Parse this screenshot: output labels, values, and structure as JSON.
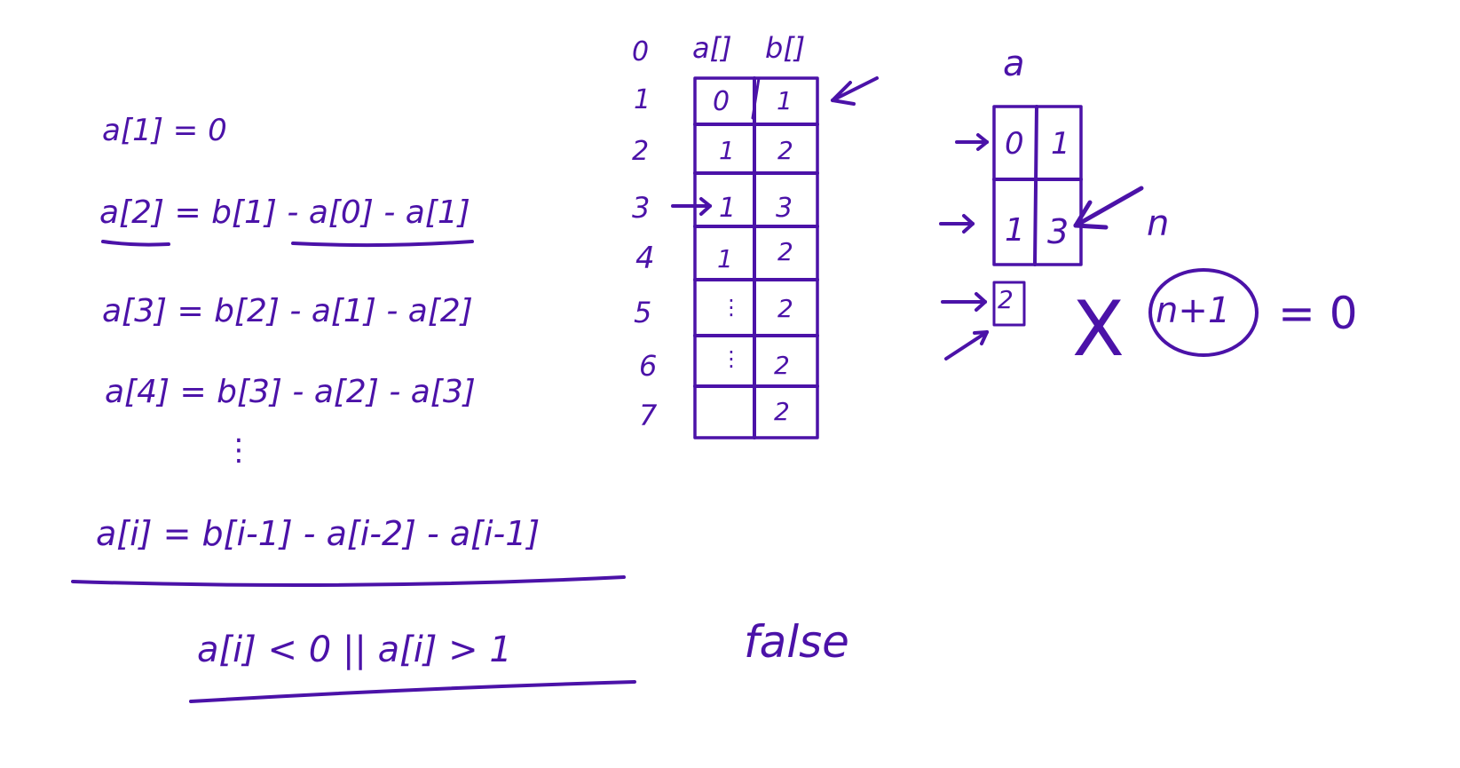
{
  "ink_color": "#4b12a8",
  "equations": [
    "a[1] = 0",
    "a[2] = b[1] - a[0] - a[1]",
    "a[3] = b[2] - a[1] - a[2]",
    "a[4] = b[3] - a[2] - a[3]",
    "⋮",
    "a[i] = b[i-1] - a[i-2] - a[i-1]"
  ],
  "condition": "a[i] < 0 || a[i] > 1",
  "condition_result": "false",
  "table": {
    "headers": [
      "a[]",
      "b[]"
    ],
    "row_indices": [
      "0",
      "1",
      "2",
      "3",
      "4",
      "5",
      "6",
      "7"
    ],
    "rows": [
      [
        "0",
        "1"
      ],
      [
        "1",
        "2"
      ],
      [
        "1",
        "3"
      ],
      [
        "1",
        "2"
      ],
      [
        "⋮",
        "2"
      ],
      [
        "⋮",
        "2"
      ],
      [
        "",
        "2"
      ]
    ]
  },
  "small_array": {
    "label": "a",
    "rows": [
      [
        "0",
        "1"
      ],
      [
        "1",
        "3"
      ]
    ],
    "extra_cell": "2",
    "n_label": "n"
  },
  "result_expression": {
    "circled": "n+1",
    "equals": "= 0",
    "cross": "X"
  }
}
